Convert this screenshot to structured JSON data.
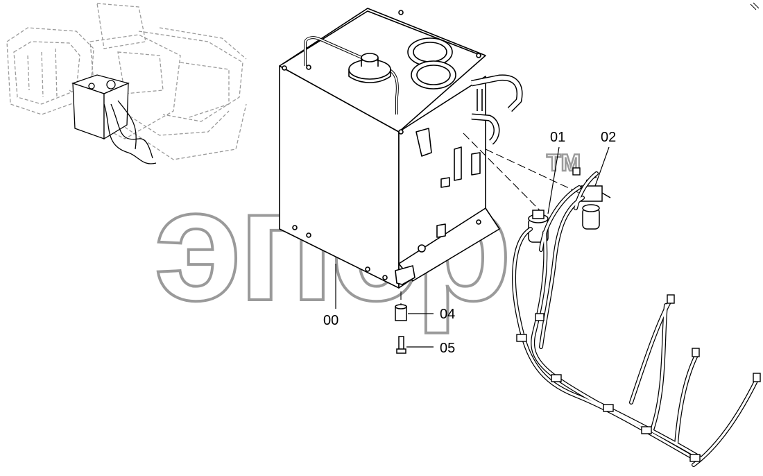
{
  "watermark": {
    "text": "эпср",
    "trademark": "TM"
  },
  "callouts": [
    {
      "id": "00",
      "label": "00"
    },
    {
      "id": "01",
      "label": "01"
    },
    {
      "id": "02",
      "label": "02"
    },
    {
      "id": "04",
      "label": "04"
    },
    {
      "id": "05",
      "label": "05"
    }
  ],
  "colors": {
    "line": "#000000",
    "ghost": "#9a9a9a",
    "watermark": "#9a9a9a"
  }
}
